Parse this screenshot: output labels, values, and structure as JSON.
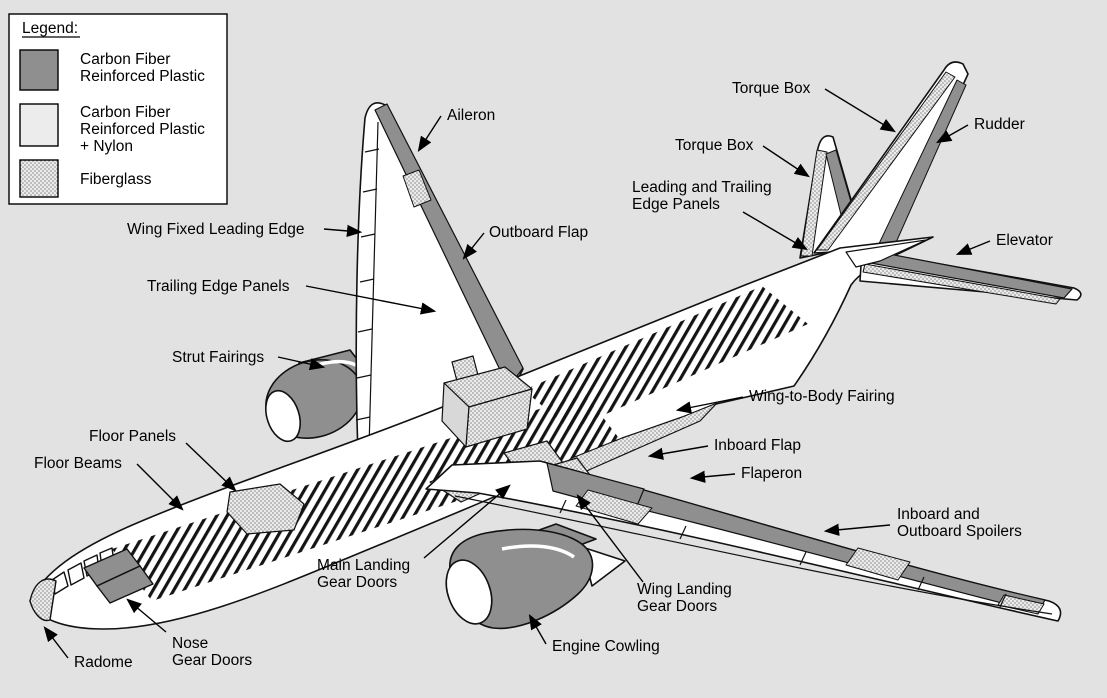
{
  "palette": {
    "background": "#e2e2e2",
    "cfrp": "#8f8f8f",
    "cfrp_nylon": "#ececec",
    "outline": "#111111",
    "white": "#ffffff",
    "box_face": "#d8d8d8"
  },
  "legend": {
    "heading": "Legend:",
    "items": [
      {
        "material": "cfrp",
        "lines": [
          "Carbon Fiber",
          "Reinforced Plastic"
        ]
      },
      {
        "material": "cfrp_nylon",
        "lines": [
          "Carbon Fiber",
          "Reinforced Plastic",
          "+ Nylon"
        ]
      },
      {
        "material": "fiberglass",
        "lines": [
          "Fiberglass"
        ]
      }
    ]
  },
  "callouts": {
    "aileron": "Aileron",
    "outboard_flap": "Outboard Flap",
    "torque_box_fin": "Torque Box",
    "torque_box_stab": "Torque Box",
    "rudder": "Rudder",
    "edge_panels_1": "Leading and Trailing",
    "edge_panels_2": "Edge Panels",
    "elevator": "Elevator",
    "wing_fixed_leading_edge": "Wing Fixed Leading Edge",
    "trailing_edge_panels": "Trailing Edge Panels",
    "strut_fairings": "Strut Fairings",
    "wing_to_body_fairing": "Wing-to-Body Fairing",
    "inboard_flap": "Inboard Flap",
    "flaperon": "Flaperon",
    "spoilers_1": "Inboard and",
    "spoilers_2": "Outboard Spoilers",
    "floor_panels": "Floor Panels",
    "floor_beams": "Floor Beams",
    "main_gear_doors_1": "Main Landing",
    "main_gear_doors_2": "Gear Doors",
    "wing_gear_doors_1": "Wing Landing",
    "wing_gear_doors_2": "Gear Doors",
    "nose_gear_doors_1": "Nose",
    "nose_gear_doors_2": "Gear Doors",
    "radome": "Radome",
    "engine_cowling": "Engine Cowling"
  }
}
